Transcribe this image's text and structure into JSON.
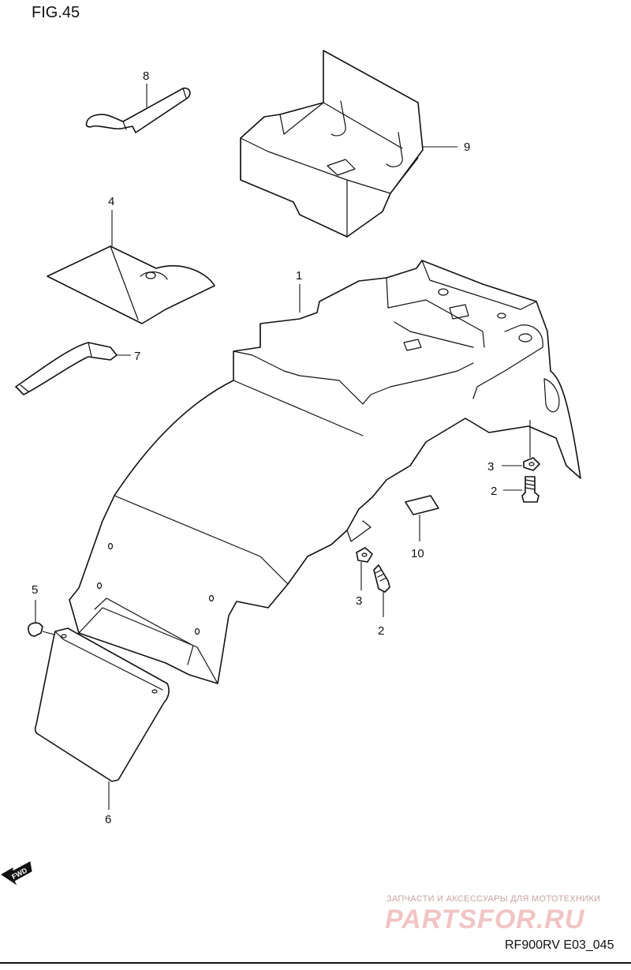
{
  "figure": {
    "title": "FIG.45",
    "code": "RF900RV E03_045"
  },
  "watermark": {
    "tagline": "ЗАПЧАСТИ И АКСЕССУАРЫ ДЛЯ МОТОТЕХНИКИ",
    "logo": "PARTSFOR.RU"
  },
  "fwd_label": "FWD",
  "callouts": [
    {
      "id": "c1",
      "label": "1"
    },
    {
      "id": "c2a",
      "label": "2"
    },
    {
      "id": "c2b",
      "label": "2"
    },
    {
      "id": "c3a",
      "label": "3"
    },
    {
      "id": "c3b",
      "label": "3"
    },
    {
      "id": "c4",
      "label": "4"
    },
    {
      "id": "c5",
      "label": "5"
    },
    {
      "id": "c6",
      "label": "6"
    },
    {
      "id": "c7",
      "label": "7"
    },
    {
      "id": "c8",
      "label": "8"
    },
    {
      "id": "c9",
      "label": "9"
    },
    {
      "id": "c10",
      "label": "10"
    }
  ]
}
